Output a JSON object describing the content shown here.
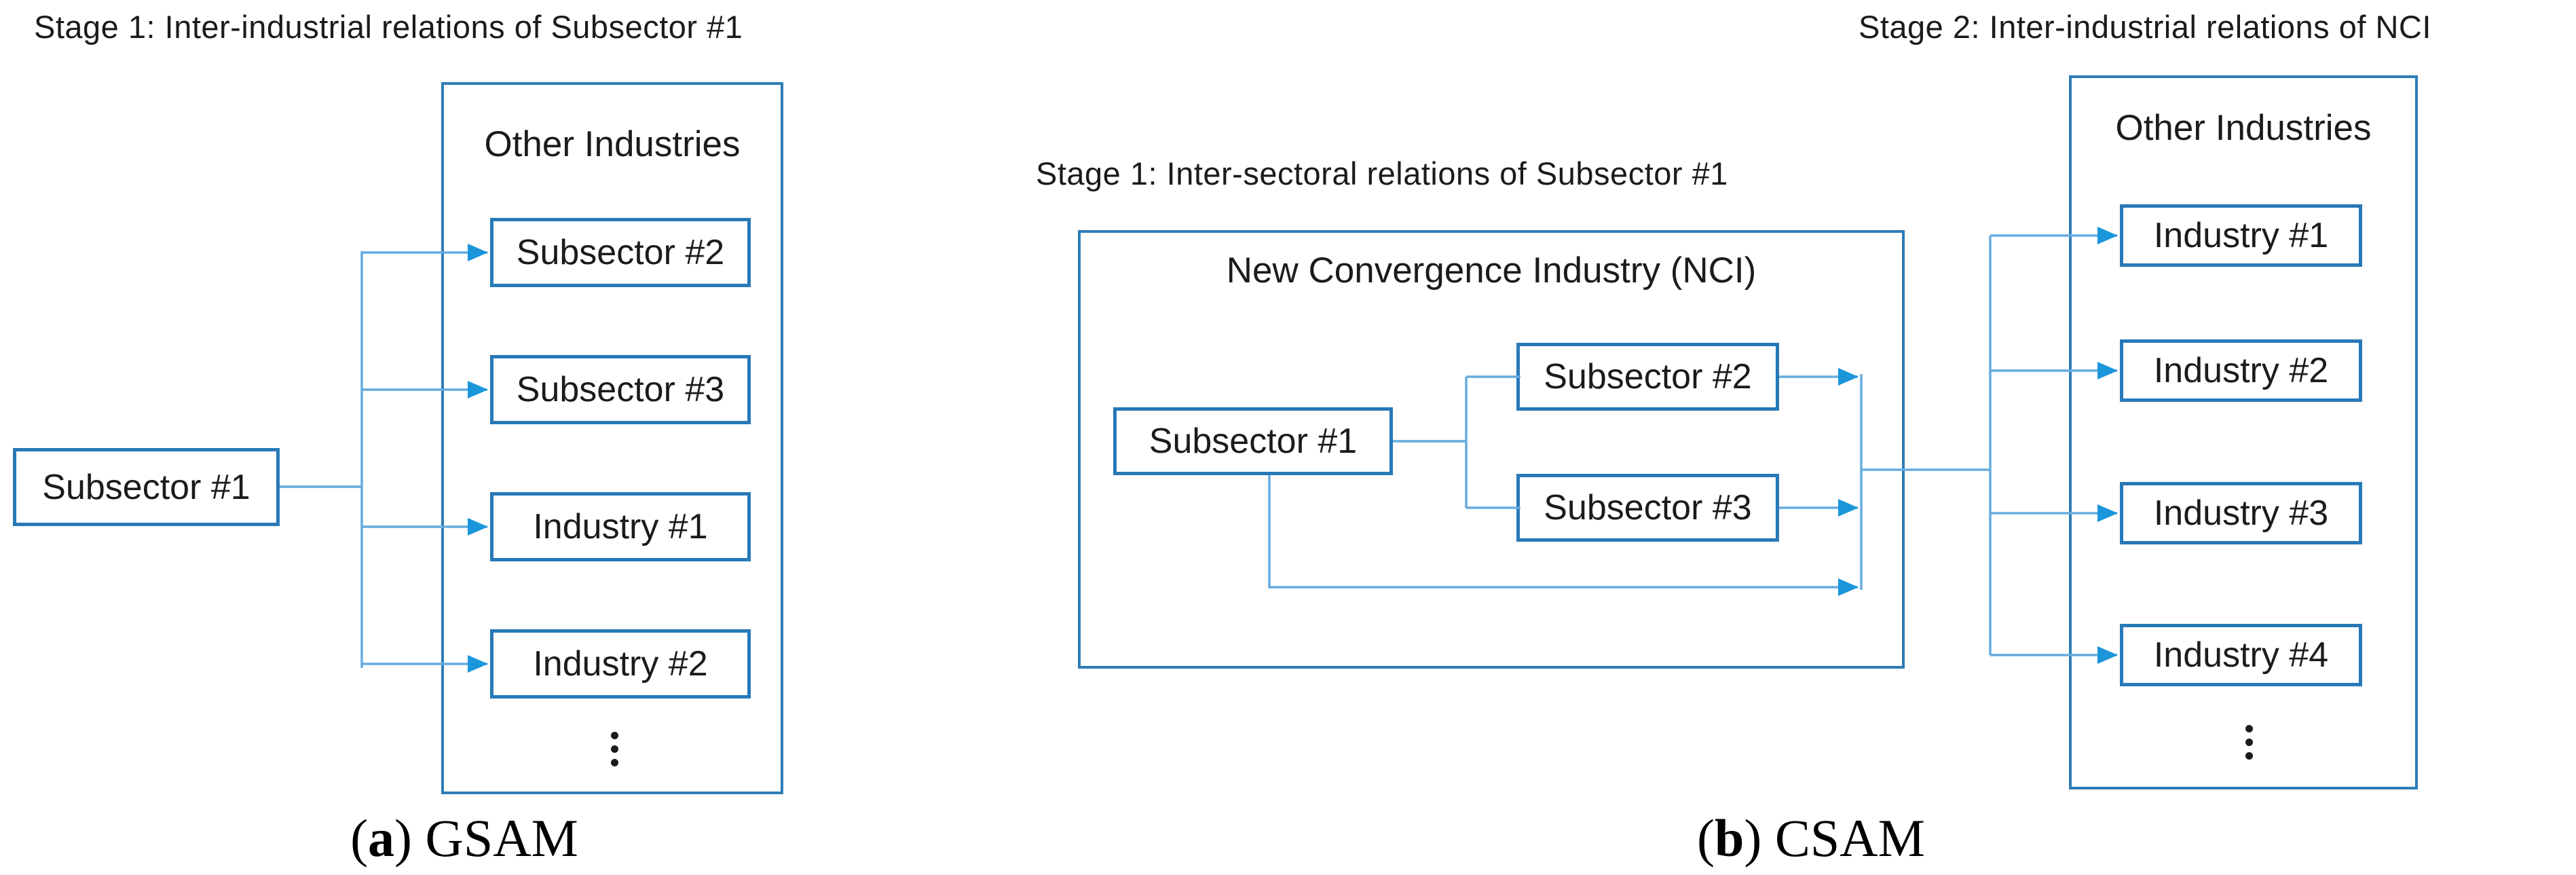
{
  "figure": {
    "colors": {
      "box_border": "#2779b8",
      "container_border": "#2e7cb6",
      "connector_line": "#66abdf",
      "arrowhead": "#1b96db",
      "text": "#1b1b1b",
      "background": "#ffffff"
    },
    "icons": {
      "more_items": "vertical-ellipsis-icon"
    },
    "gsam": {
      "stage_title": "Stage 1: Inter-industrial relations of Subsector #1",
      "source_box_label": "Subsector #1",
      "container_title": "Other Industries",
      "items": [
        "Subsector #2",
        "Subsector #3",
        "Industry #1",
        "Industry #2"
      ],
      "caption": {
        "prefix": "(",
        "letter": "a",
        "suffix": ") GSAM"
      }
    },
    "csam": {
      "stage1_title": "Stage 1: Inter-sectoral relations of Subsector #1",
      "stage2_title": "Stage 2: Inter-industrial relations of NCI",
      "nci_container_title": "New Convergence Industry (NCI)",
      "source_box_label": "Subsector #1",
      "nci_items": [
        "Subsector #2",
        "Subsector #3"
      ],
      "container_title": "Other Industries",
      "items": [
        "Industry #1",
        "Industry #2",
        "Industry #3",
        "Industry #4"
      ],
      "caption": {
        "prefix": "(",
        "letter": "b",
        "suffix": ") CSAM"
      }
    }
  }
}
